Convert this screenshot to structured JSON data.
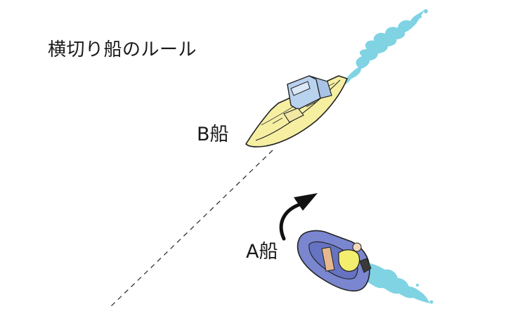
{
  "title": "横切り船のルール",
  "labels": {
    "boat_b": "B船",
    "boat_a": "A船"
  },
  "colors": {
    "wake": "#7fd3e3",
    "boat_b_hull": "#f6efa2",
    "boat_b_cabin": "#b9d2ee",
    "boat_a_hull": "#7a86cf",
    "boat_a_crew": "#f4ee6e",
    "boat_a_seat": "#e6b88d",
    "course_line": "#333333",
    "outline": "#222222"
  }
}
